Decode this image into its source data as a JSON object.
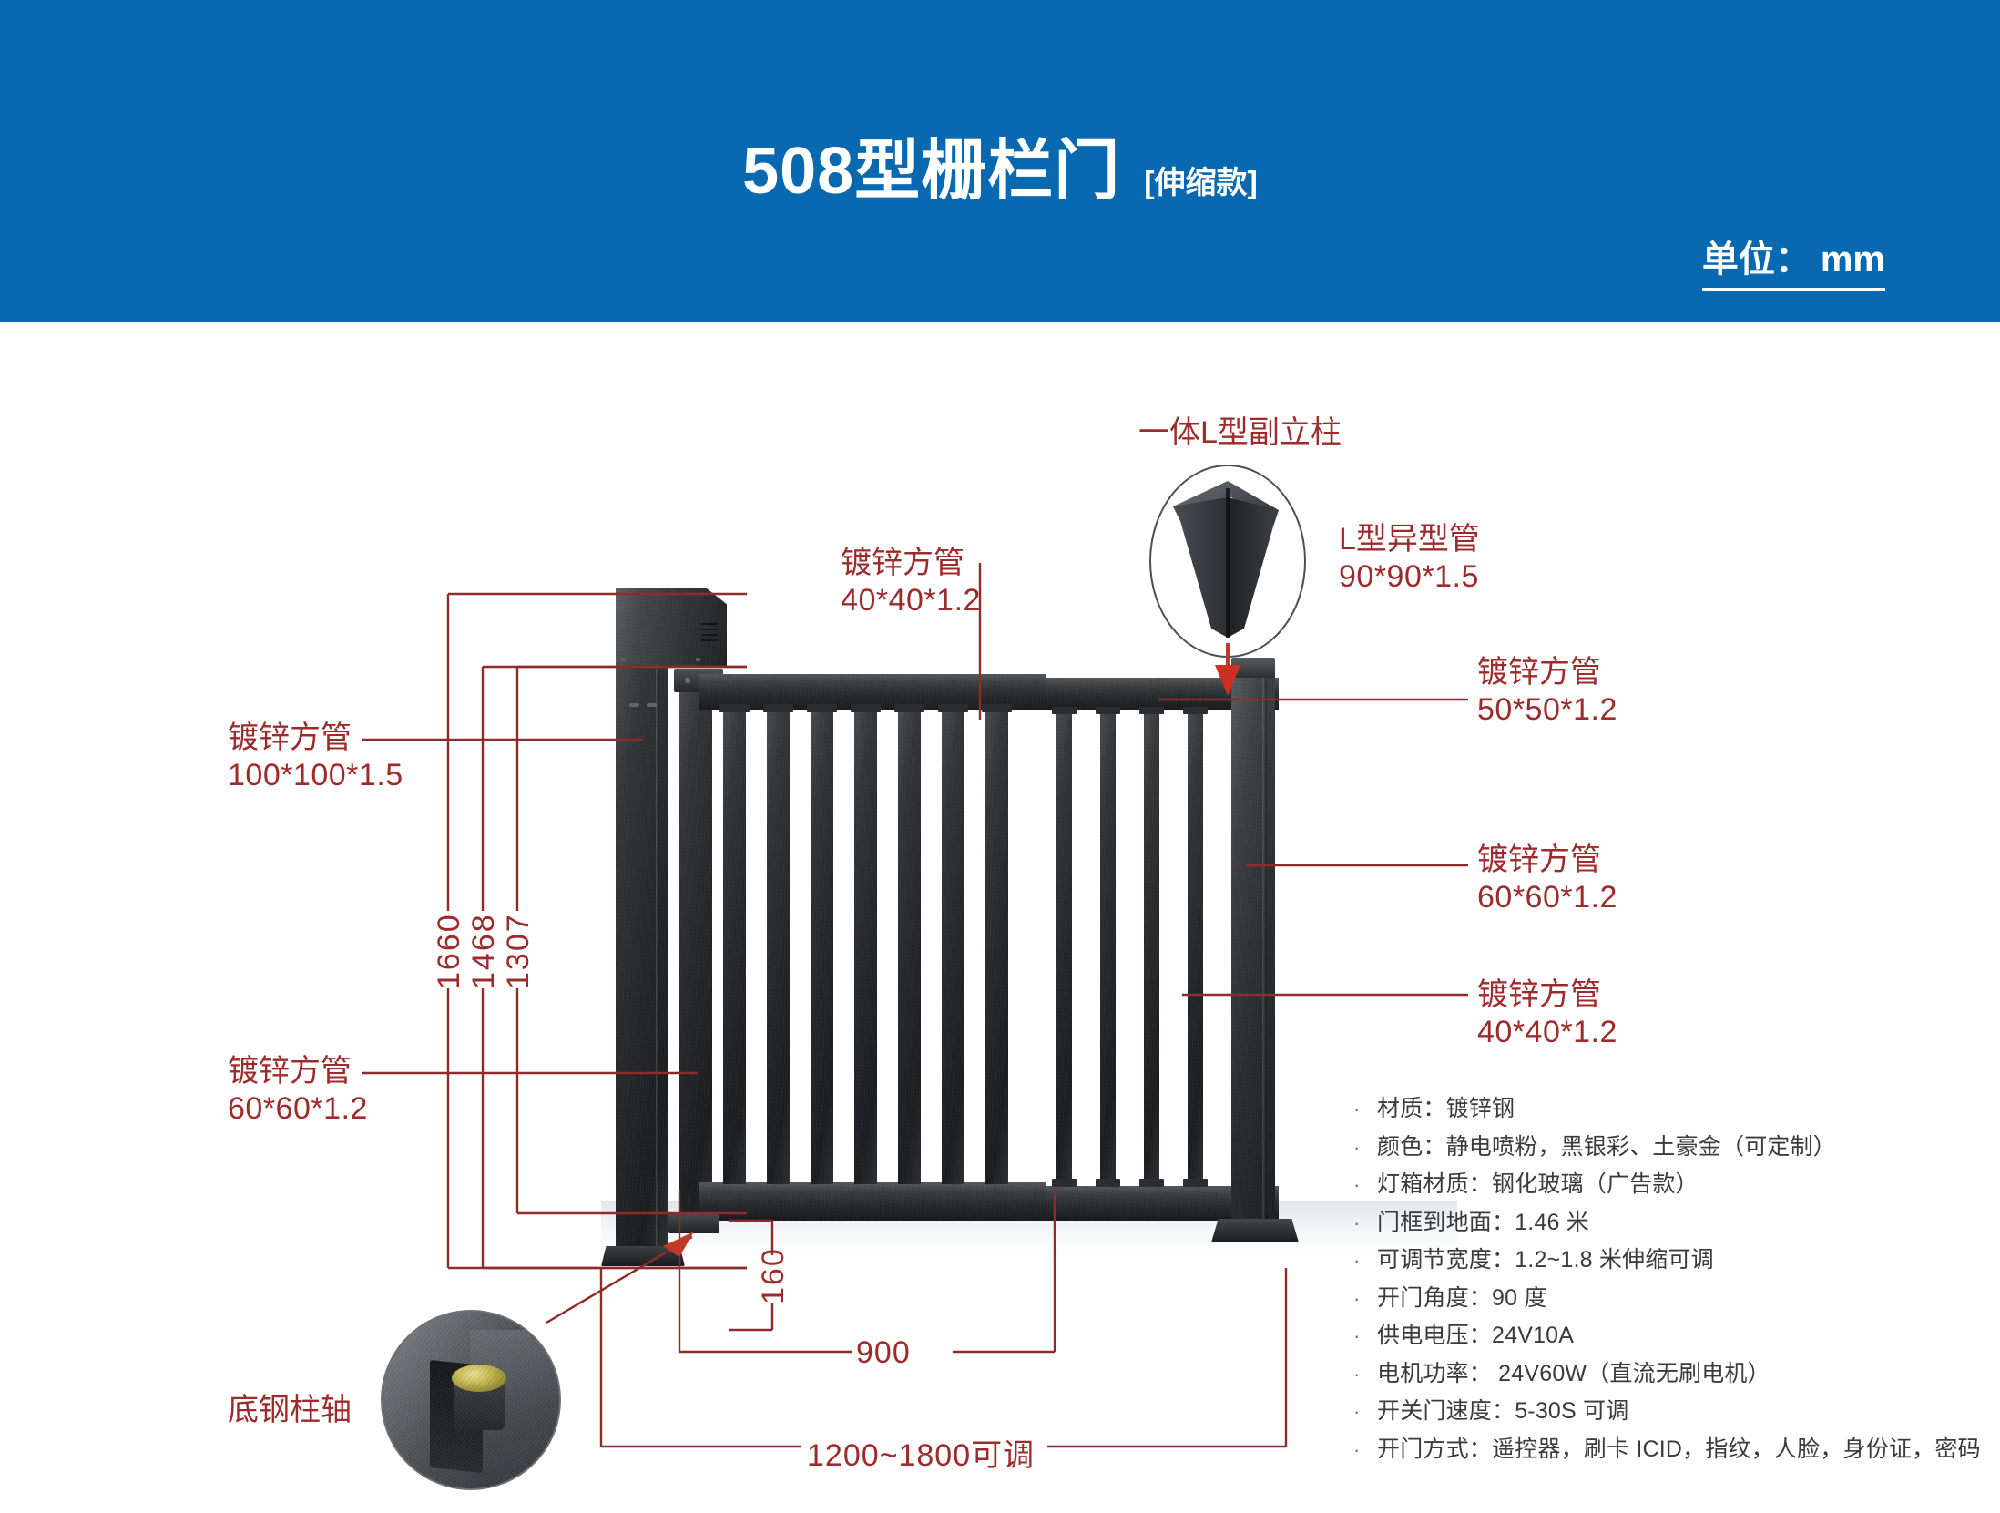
{
  "header": {
    "title_main": "508型栅栏门",
    "title_sub": "[伸缩款]",
    "unit_label": "单位：",
    "unit_value": "mm",
    "background_color": "#0969b0",
    "text_color": "#ffffff"
  },
  "annotations": {
    "accent_color": "#9e2b2b",
    "top_post_callout": "一体L型副立柱",
    "l_tube": {
      "name": "L型异型管",
      "spec": "90*90*1.5"
    },
    "top_center_tube": {
      "name": "镀锌方管",
      "spec": "40*40*1.2"
    },
    "left_main_post": {
      "name": "镀锌方管",
      "spec": "100*100*1.5"
    },
    "left_lower_post": {
      "name": "镀锌方管",
      "spec": "60*60*1.2"
    },
    "right_top_rail": {
      "name": "镀锌方管",
      "spec": "50*50*1.2"
    },
    "right_mid_post": {
      "name": "镀锌方管",
      "spec": "60*60*1.2"
    },
    "right_lower_picket": {
      "name": "镀锌方管",
      "spec": "40*40*1.2"
    },
    "bottom_pivot": "底钢柱轴"
  },
  "dimensions": {
    "height_outer": "1660",
    "height_mid": "1468",
    "height_inner": "1307",
    "bottom_gap": "160",
    "panel_width": "900",
    "total_width": "1200~1800可调"
  },
  "specs": [
    {
      "bullet": "·",
      "text": "材质：镀锌钢"
    },
    {
      "bullet": "·",
      "text": "颜色：静电喷粉，黑银彩、土豪金（可定制）"
    },
    {
      "bullet": "·",
      "text": "灯箱材质：钢化玻璃（广告款）"
    },
    {
      "bullet": "·",
      "text": "门框到地面：1.46 米"
    },
    {
      "bullet": "·",
      "text": "可调节宽度：1.2~1.8 米伸缩可调"
    },
    {
      "bullet": "·",
      "text": "开门角度：90 度"
    },
    {
      "bullet": "·",
      "text": "供电电压：24V10A"
    },
    {
      "bullet": "·",
      "text": "电机功率： 24V60W（直流无刷电机）"
    },
    {
      "bullet": "·",
      "text": "开关门速度：5-30S 可调"
    },
    {
      "bullet": "·",
      "text": "开门方式：遥控器，刷卡 ICID，指纹，人脸，身份证，密码"
    }
  ]
}
